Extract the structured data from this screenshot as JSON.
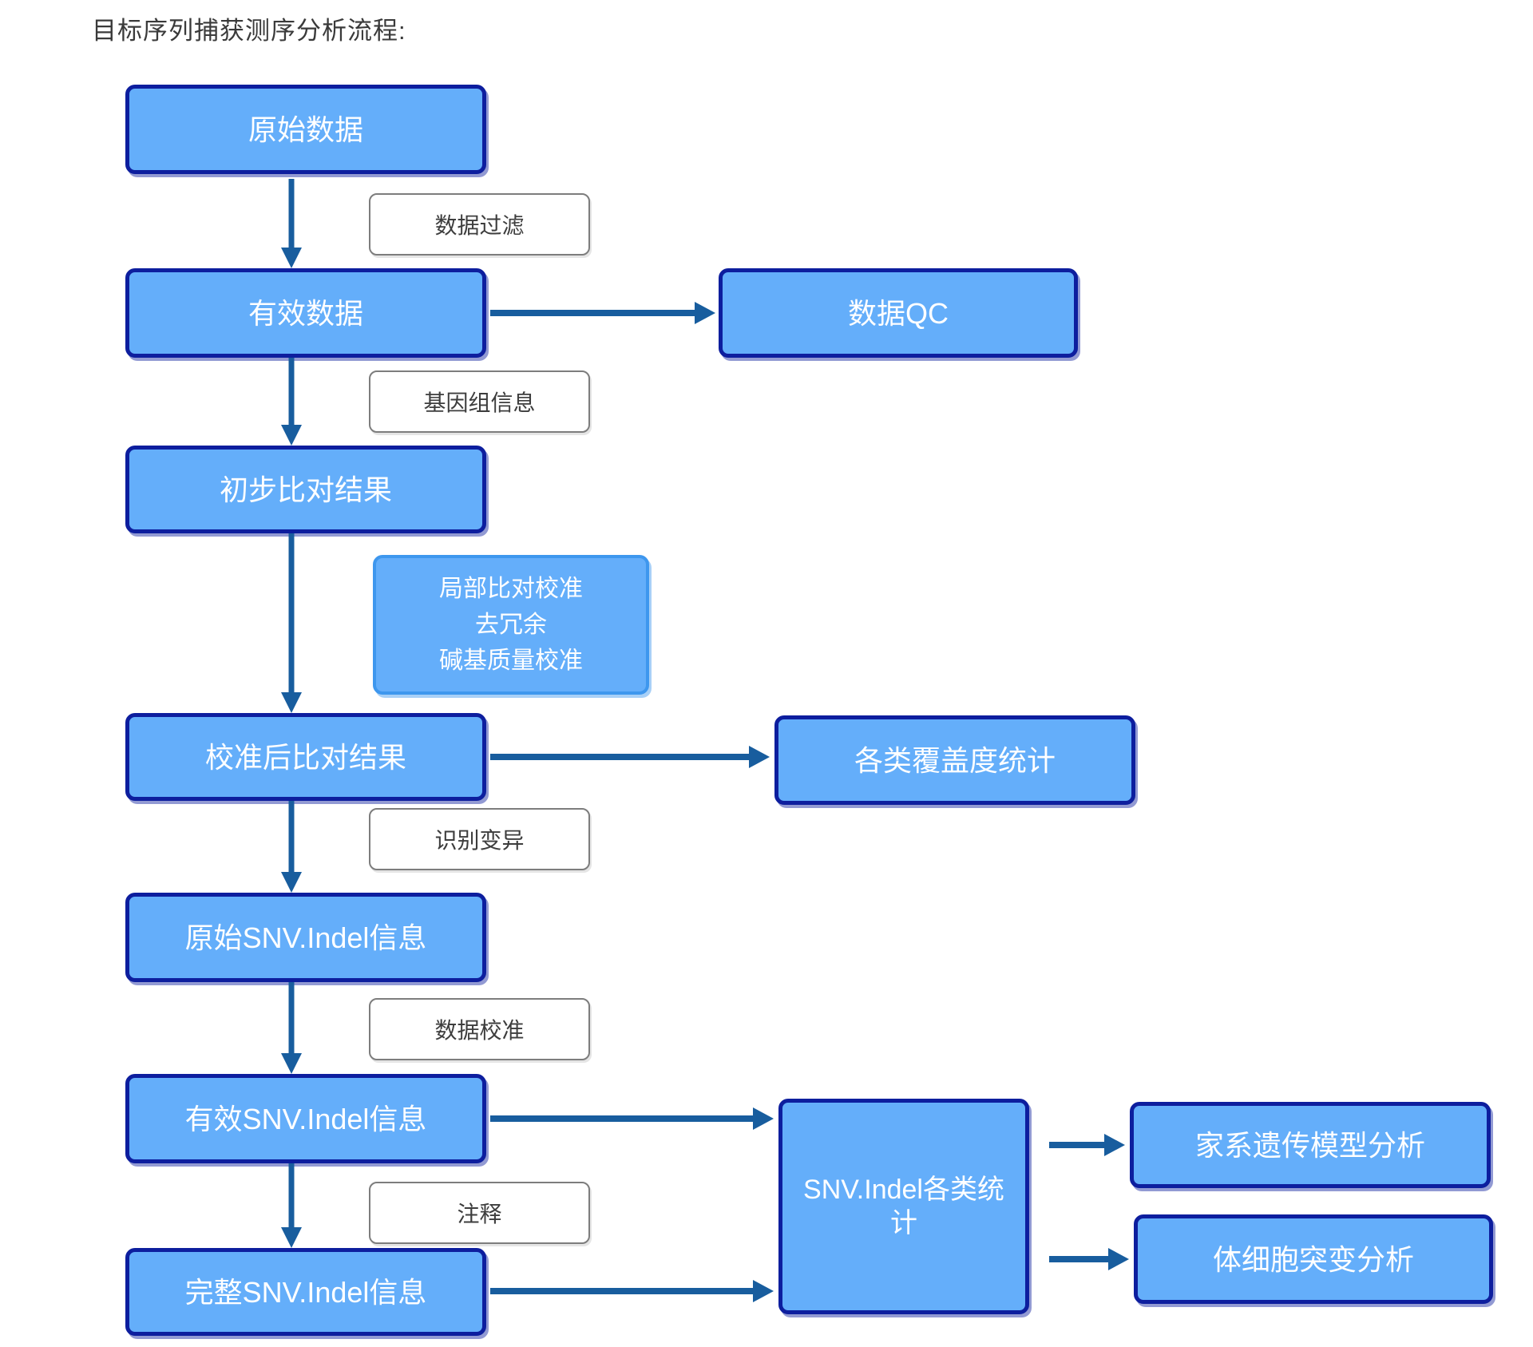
{
  "title": "目标序列捕获测序分析流程:",
  "colors": {
    "node_fill": "#64aefa",
    "node_border": "#0d1e9e",
    "process_border": "#3e97ee",
    "arrow": "#185d9e",
    "label_border": "#7d7d7d",
    "label_text": "#3d3d3d",
    "title_text": "#3a3a3a"
  },
  "nodes": {
    "raw_data": "原始数据",
    "clean_data": "有效数据",
    "initial_alignment": "初步比对结果",
    "calibrated_alignment": "校准后比对结果",
    "raw_snv_indel": "原始SNV.Indel信息",
    "valid_snv_indel": "有效SNV.Indel信息",
    "complete_snv_indel": "完整SNV.Indel信息",
    "data_qc": "数据QC",
    "coverage_stats": "各类覆盖度统计",
    "snv_indel_stats": "SNV.Indel各类统计",
    "pedigree_model_analysis": "家系遗传模型分析",
    "somatic_mutation_analysis": "体细胞突变分析"
  },
  "step_labels": {
    "data_filter": "数据过滤",
    "genome_info": "基因组信息",
    "variant_calling": "识别变异",
    "data_calibration": "数据校准",
    "annotation": "注释"
  },
  "process_box": {
    "lines": [
      "局部比对校准",
      "去冗余",
      "碱基质量校准"
    ]
  }
}
